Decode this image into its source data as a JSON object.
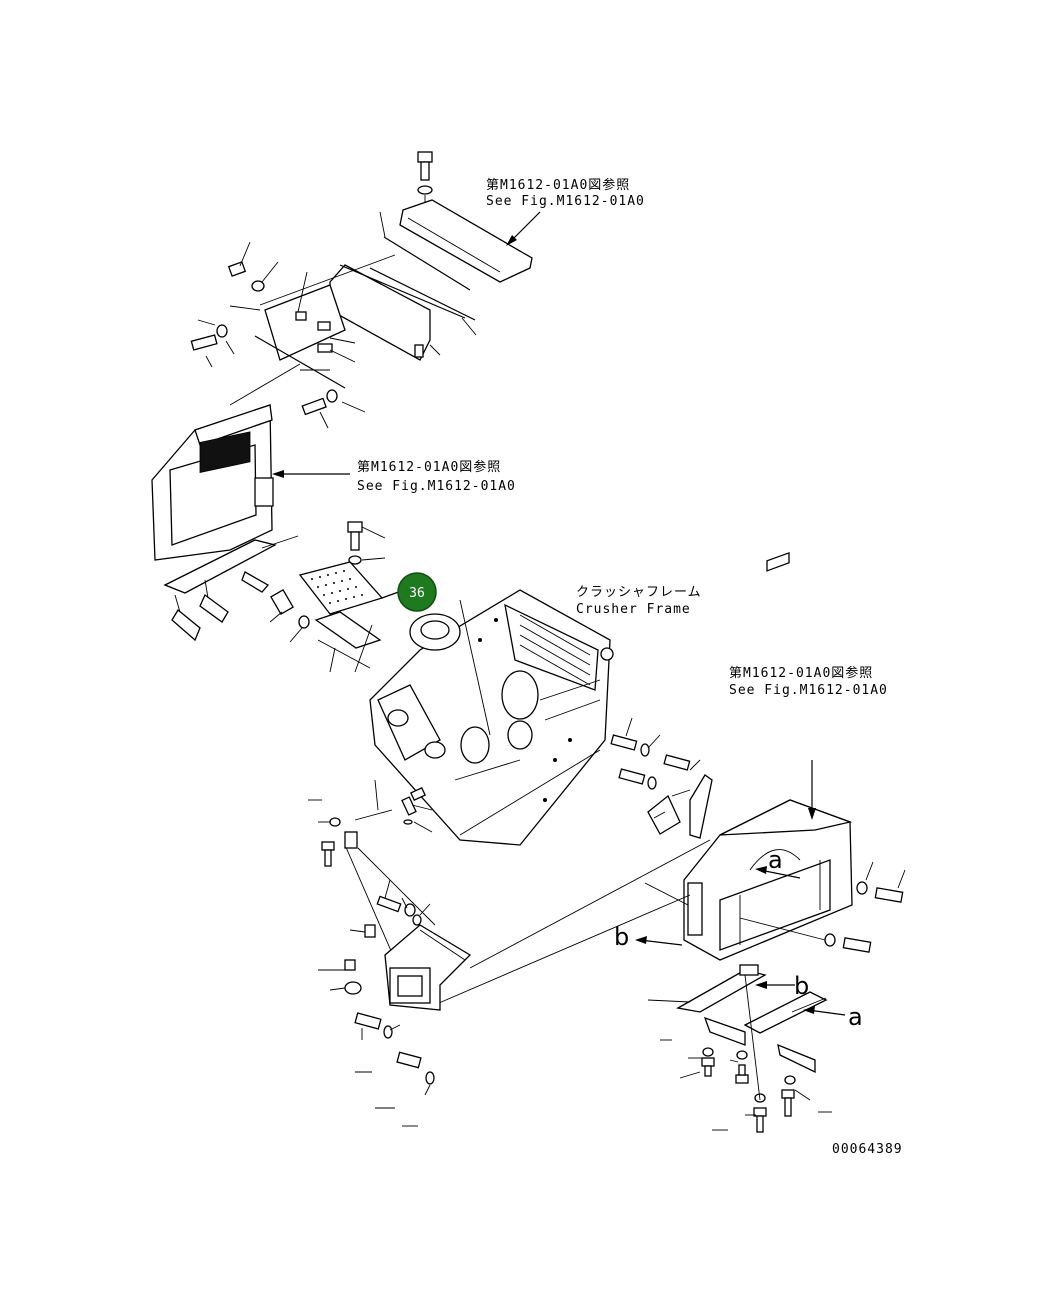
{
  "references": {
    "top": {
      "jp": "第M1612-01A0図参照",
      "en": "See Fig.M1612-01A0"
    },
    "left": {
      "jp": "第M1612-01A0図参照",
      "en": "See Fig.M1612-01A0"
    },
    "right": {
      "jp": "第M1612-01A0図参照",
      "en": "See Fig.M1612-01A0"
    }
  },
  "crusher_frame": {
    "jp": "クラッシャフレーム",
    "en": "Crusher Frame"
  },
  "callout": {
    "number": "36",
    "color": "#1e7a1e",
    "text_color": "#ffffff"
  },
  "arrow_labels": {
    "a1": "a",
    "a2": "a",
    "b1": "b",
    "b2": "b"
  },
  "drawing_number": "00064389"
}
